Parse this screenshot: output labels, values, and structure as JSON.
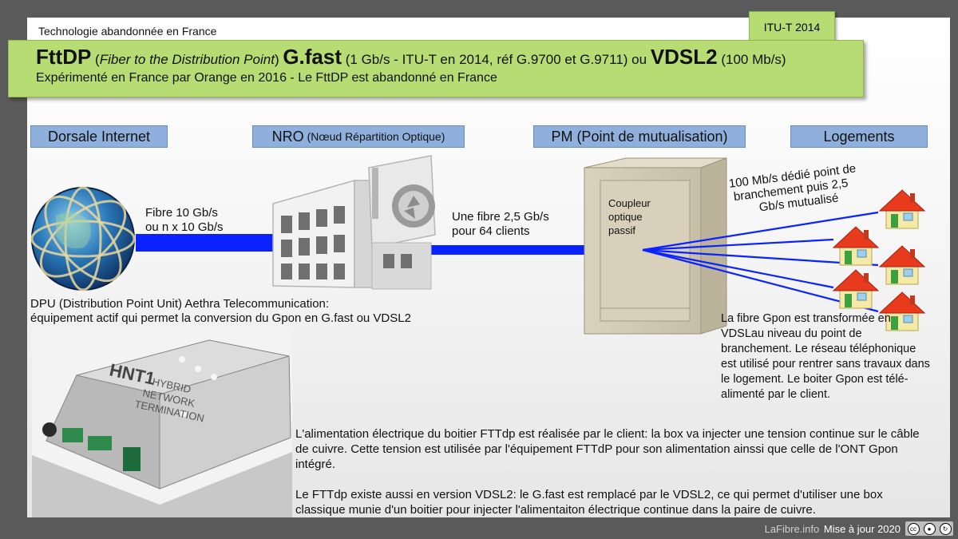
{
  "top_note": "Technologie abandonnée en France",
  "badge": "ITU-T 2014",
  "banner": {
    "w1": "FttDP",
    "w2": " (",
    "w3": "Fiber to the Distribution Point",
    "w4": ") ",
    "w5": "G.fast",
    "w6": " (1 Gb/s - ITU-T en 2014, réf G.9700 et G.9711) ou ",
    "w7": "VDSL2",
    "w8": " (100 Mb/s)",
    "line2": "Expérimenté en France par Orange en 2016 - Le FttDP est abandonné en France"
  },
  "headers": {
    "dorsale": "Dorsale Internet",
    "nro_main": "NRO",
    "nro_sub": "(Nœud Répartition Optique)",
    "pm": "PM (Point de mutualisation)",
    "logements": "Logements"
  },
  "labels": {
    "fibre10_l1": "Fibre 10 Gb/s",
    "fibre10_l2": "ou n x 10 Gb/s",
    "fibre25_l1": "Une fibre 2,5 Gb/s",
    "fibre25_l2": "pour 64 clients",
    "coupleur_l1": "Coupleur",
    "coupleur_l2": "optique",
    "coupleur_l3": "passif",
    "dedie_l1": "100 Mb/s dédié point de",
    "dedie_l2": "branchement puis 2,5",
    "dedie_l3": "Gb/s mutualisé",
    "dpu_l1": "DPU (Distribution Point Unit) Aethra Telecommunication:",
    "dpu_l2": "équipement actif qui permet la conversion du Gpon en G.fast ou VDSL2",
    "gpon_text": "La fibre Gpon est transformée en VDSLau niveau du point de branchement. Le réseau téléphonique est utilisé pour rentrer sans travaux dans le logement. Le boiter Gpon est télé-alimenté par le client.",
    "device_brand": "HNT1",
    "device_name1": "HYBRID",
    "device_name2": "NETWORK",
    "device_name3": "TERMINATION"
  },
  "paragraphs": {
    "p1": "L'alimentation électrique du boitier FTTdp est réalisée par le client: la box va injecter une tension continue sur le câble de cuivre. Cette tension est utilisée par l'équipement FTTdP pour son alimentation ainssi que celle de l'ONT Gpon intégré.",
    "p2": "Le FTTdp existe aussi en version VDSL2: le G.fast est remplacé par le VDSL2, ce qui permet d'utiliser une box classique munie d'un boitier pour injecter l'alimentaiton électrique continue dans la paire de cuivre."
  },
  "footer": {
    "site": "LaFibre.info",
    "update": "Mise à jour 2020",
    "license": "cc"
  },
  "colors": {
    "banner_green": "#b8dc74",
    "header_blue": "#8fb0dc",
    "fibre_blue": "#0a22ff",
    "house_roof": "#e83a1c"
  },
  "icons": {
    "globe": "globe-icon",
    "nro": "datacenter-building-icon",
    "pm": "street-cabinet-icon",
    "house": "house-icon",
    "device": "dpu-device-photo"
  }
}
